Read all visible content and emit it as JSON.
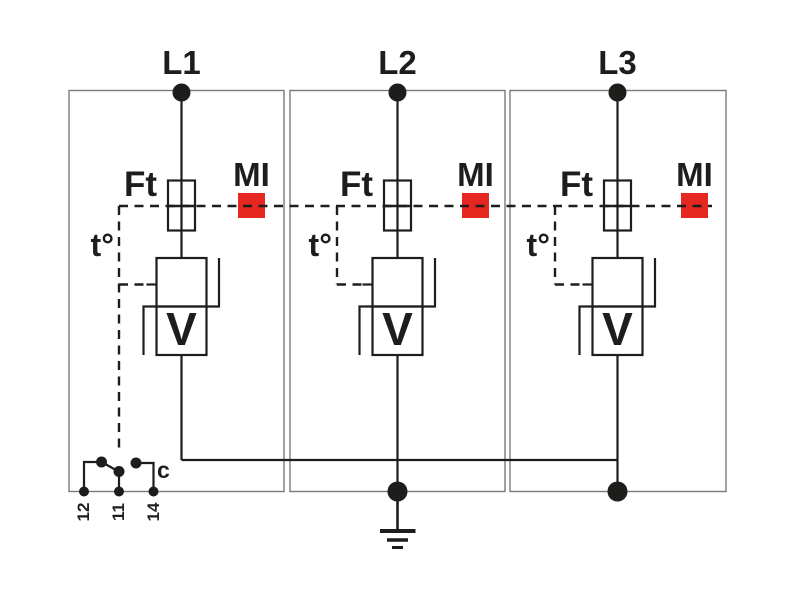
{
  "phases": [
    {
      "line_label": "L1",
      "fuse_label": "Ft",
      "monitoring_label": "MI",
      "thermal_label": "t°",
      "varistor_label": "V"
    },
    {
      "line_label": "L2",
      "fuse_label": "Ft",
      "monitoring_label": "MI",
      "thermal_label": "t°",
      "varistor_label": "V"
    },
    {
      "line_label": "L3",
      "fuse_label": "Ft",
      "monitoring_label": "MI",
      "thermal_label": "t°",
      "varistor_label": "V"
    }
  ],
  "remote_signalling_contact": {
    "contact_label": "c",
    "terminal_labels": [
      "12",
      "11",
      "14"
    ]
  },
  "icons": {
    "ground": "earth-ground-icon",
    "line_terminal": "terminal-dot-icon",
    "monitoring_indicator": "red-square-indicator-icon",
    "changeover_contact": "changeover-switch-icon"
  },
  "colors": {
    "circuit_line": "#1d1d1b",
    "enclosure_border": "#7a7a7a",
    "indicator_red": "#e62621",
    "background": "#ffffff"
  }
}
